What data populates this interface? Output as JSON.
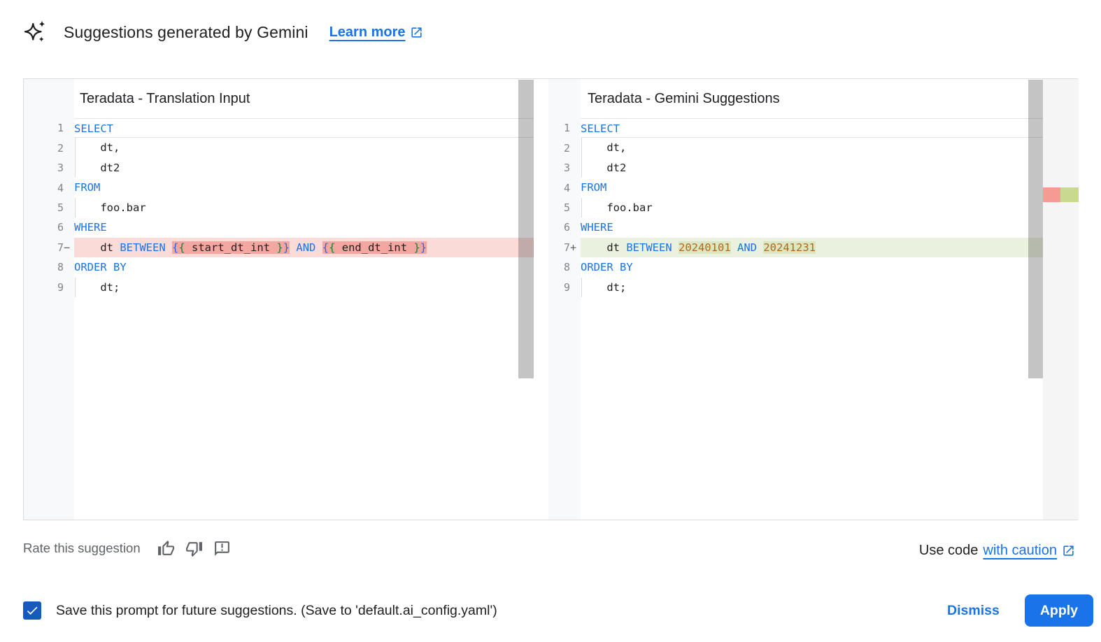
{
  "header": {
    "title": "Suggestions generated by Gemini",
    "learn_more_label": "Learn more"
  },
  "panels": [
    {
      "title": "Teradata - Translation Input",
      "lines": [
        {
          "num": "1",
          "marker": "",
          "current": true,
          "diff": "",
          "indent": false,
          "tokens": [
            [
              "SELECT",
              "kw"
            ]
          ]
        },
        {
          "num": "2",
          "marker": "",
          "diff": "",
          "indent": true,
          "tokens": [
            [
              "    dt,",
              "pl"
            ]
          ]
        },
        {
          "num": "3",
          "marker": "",
          "diff": "",
          "indent": true,
          "tokens": [
            [
              "    dt2",
              "pl"
            ]
          ]
        },
        {
          "num": "4",
          "marker": "",
          "diff": "",
          "indent": false,
          "tokens": [
            [
              "FROM",
              "kw"
            ]
          ]
        },
        {
          "num": "5",
          "marker": "",
          "diff": "",
          "indent": true,
          "tokens": [
            [
              "    foo.bar",
              "pl"
            ]
          ]
        },
        {
          "num": "6",
          "marker": "",
          "diff": "",
          "indent": false,
          "tokens": [
            [
              "WHERE",
              "kw"
            ]
          ]
        },
        {
          "num": "7",
          "marker": "−",
          "diff": "rm",
          "indent": false,
          "tokens": [
            [
              "    dt ",
              "pl"
            ],
            [
              "BETWEEN",
              "kw"
            ],
            [
              " ",
              "pl"
            ],
            [
              "{",
              "b1",
              1
            ],
            [
              "{",
              "b2",
              1
            ],
            [
              " start_dt_int ",
              "pl",
              1
            ],
            [
              "}",
              "b2",
              1
            ],
            [
              "}",
              "b1",
              1
            ],
            [
              " ",
              "pl"
            ],
            [
              "AND",
              "kw"
            ],
            [
              " ",
              "pl"
            ],
            [
              "{",
              "b1",
              1
            ],
            [
              "{",
              "b2",
              1
            ],
            [
              " end_dt_int ",
              "pl",
              1
            ],
            [
              "}",
              "b2",
              1
            ],
            [
              "}",
              "b1",
              1
            ]
          ]
        },
        {
          "num": "8",
          "marker": "",
          "diff": "",
          "indent": false,
          "tokens": [
            [
              "ORDER BY",
              "kw"
            ]
          ]
        },
        {
          "num": "9",
          "marker": "",
          "diff": "",
          "indent": true,
          "tokens": [
            [
              "    dt;",
              "pl"
            ]
          ]
        }
      ]
    },
    {
      "title": "Teradata - Gemini Suggestions",
      "lines": [
        {
          "num": "1",
          "marker": "",
          "current": true,
          "diff": "",
          "indent": false,
          "tokens": [
            [
              "SELECT",
              "kw"
            ]
          ]
        },
        {
          "num": "2",
          "marker": "",
          "diff": "",
          "indent": true,
          "tokens": [
            [
              "    dt,",
              "pl"
            ]
          ]
        },
        {
          "num": "3",
          "marker": "",
          "diff": "",
          "indent": true,
          "tokens": [
            [
              "    dt2",
              "pl"
            ]
          ]
        },
        {
          "num": "4",
          "marker": "",
          "diff": "",
          "indent": false,
          "tokens": [
            [
              "FROM",
              "kw"
            ]
          ]
        },
        {
          "num": "5",
          "marker": "",
          "diff": "",
          "indent": true,
          "tokens": [
            [
              "    foo.bar",
              "pl"
            ]
          ]
        },
        {
          "num": "6",
          "marker": "",
          "diff": "",
          "indent": false,
          "tokens": [
            [
              "WHERE",
              "kw"
            ]
          ]
        },
        {
          "num": "7",
          "marker": "+",
          "diff": "ad",
          "indent": false,
          "tokens": [
            [
              "    dt ",
              "pl"
            ],
            [
              "BETWEEN",
              "kw"
            ],
            [
              " ",
              "pl"
            ],
            [
              "20240101",
              "num",
              1
            ],
            [
              " ",
              "pl"
            ],
            [
              "AND",
              "kw"
            ],
            [
              " ",
              "pl"
            ],
            [
              "20241231",
              "num",
              1
            ]
          ]
        },
        {
          "num": "8",
          "marker": "",
          "diff": "",
          "indent": false,
          "tokens": [
            [
              "ORDER BY",
              "kw"
            ]
          ]
        },
        {
          "num": "9",
          "marker": "",
          "diff": "",
          "indent": true,
          "tokens": [
            [
              "    dt;",
              "pl"
            ]
          ]
        }
      ]
    }
  ],
  "footer": {
    "rate_label": "Rate this suggestion",
    "use_code_prefix": "Use code",
    "use_code_link": "with caution"
  },
  "bottom_bar": {
    "checkbox_checked": true,
    "save_label": "Save this prompt for future suggestions. (Save to 'default.ai_config.yaml')",
    "dismiss_label": "Dismiss",
    "apply_label": "Apply"
  },
  "colors": {
    "accent_blue": "#1a73e8",
    "keyword": "#1a73e8",
    "number_literal": "#b26818",
    "brace_outer": "#2962e8",
    "brace_inner": "#188038",
    "removed_line_bg": "#fadbd8",
    "removed_token_bg": "#f4a7a0",
    "added_line_bg": "#ebf1df",
    "added_token_bg": "#dbe6c3",
    "ruler_removed": "#f59b93",
    "ruler_added": "#c9da90",
    "gutter_bg": "#f8f9fa",
    "muted_text": "#5f6368"
  }
}
